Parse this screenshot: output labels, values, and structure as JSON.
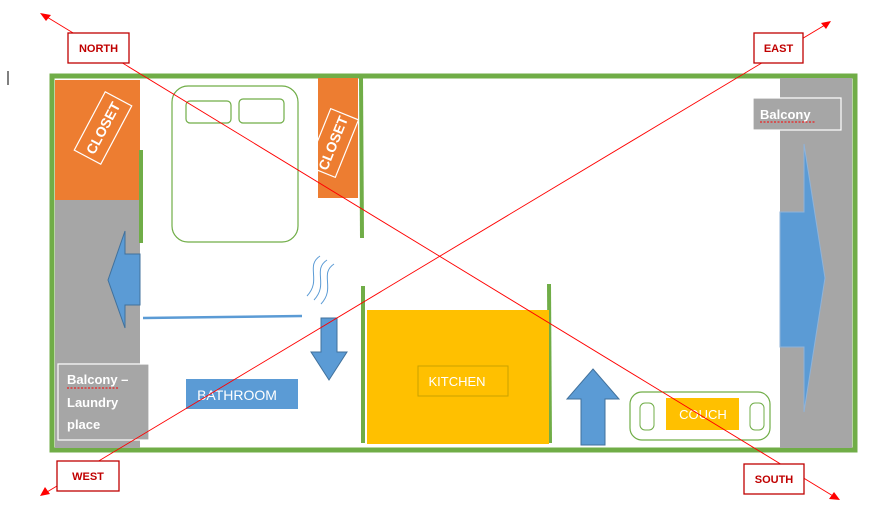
{
  "compass": {
    "north": "NORTH",
    "east": "EAST",
    "west": "WEST",
    "south": "SOUTH"
  },
  "rooms": {
    "closet_left": "CLOSET",
    "closet_right": "CLOSET",
    "bathroom": "BATHROOM",
    "kitchen": "KITCHEN",
    "couch": "COUCH",
    "balcony_east": "Balcony",
    "balcony_west_line1": "Balcony –",
    "balcony_west_line2": "Laundry",
    "balcony_west_line3": "place"
  },
  "colors": {
    "wall": "#70ad47",
    "closet": "#ed7d31",
    "kitchen": "#ffc000",
    "balcony": "#a6a6a6",
    "arrow_blue": "#5b9bd5",
    "bathroom_label": "#5b9bd5",
    "compass_red": "#ff0000",
    "compass_box_border": "#c00000"
  }
}
